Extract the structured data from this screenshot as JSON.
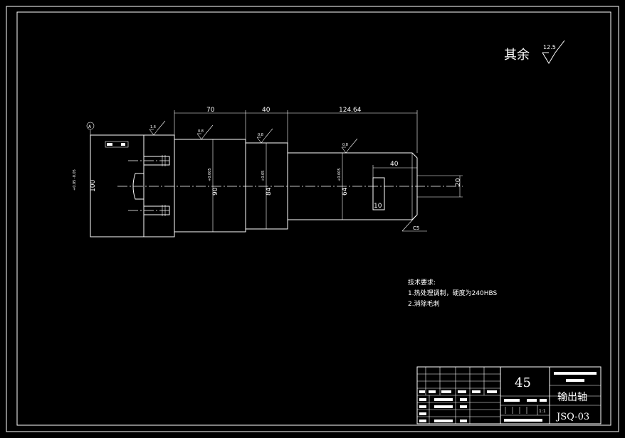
{
  "roughness": {
    "other_label": "其余",
    "other_value": "12.5",
    "face_value": "1.6",
    "journal_values": [
      "0.8",
      "0.8",
      "0.8"
    ]
  },
  "datum": {
    "label": "A",
    "tolerance_box": "0.01 A"
  },
  "dimensions": {
    "len_70": "70",
    "len_40": "40",
    "len_124": "124.64",
    "key_len": "40",
    "key_width": "10",
    "dia_100": "100",
    "dia_90": "90",
    "dia_84": "84",
    "dia_64": "64",
    "dia_20": "20",
    "chamfer": "C5",
    "tol_100": "+0.05 -0.05",
    "tol_90": "+0.005",
    "tol_84": "+0.05",
    "tol_64": "+0.005"
  },
  "notes": {
    "title": "技术要求:",
    "lines": [
      "1.热处理调制，硬度为240HBS",
      "2.消除毛刺"
    ]
  },
  "title_block": {
    "material": "45",
    "part_name": "输出轴",
    "drawing_no": "JSQ-03",
    "scale": "1:1"
  }
}
